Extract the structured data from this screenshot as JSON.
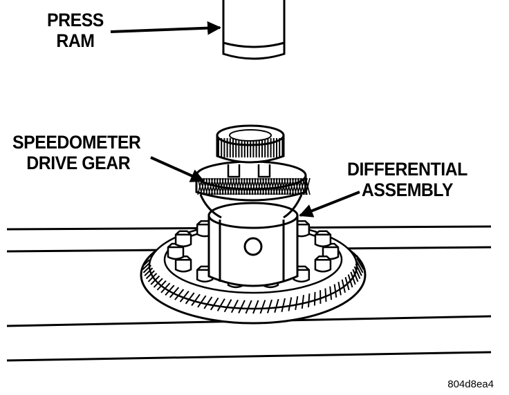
{
  "labels": {
    "press_ram": [
      "PRESS",
      "RAM"
    ],
    "speedometer_drive_gear": [
      "SPEEDOMETER",
      "DRIVE GEAR"
    ],
    "differential_assembly": [
      "DIFFERENTIAL",
      "ASSEMBLY"
    ]
  },
  "figure_id": "804d8ea4",
  "colors": {
    "ink": "#000000",
    "paper": "#ffffff"
  },
  "icons": [
    "arrow-icon"
  ]
}
